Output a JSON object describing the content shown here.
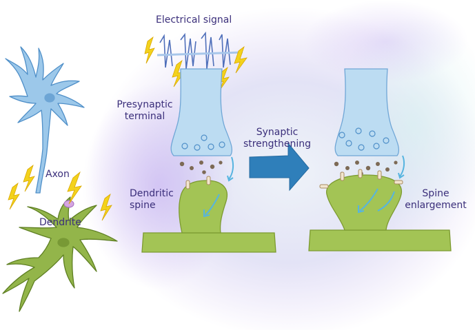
{
  "labels": {
    "electrical_signal": "Electrical signal",
    "presynaptic_1": "Presynaptic",
    "presynaptic_2": "terminal",
    "synaptic_1": "Synaptic",
    "synaptic_2": "strengthening",
    "axon": "Axon",
    "dendritic_1": "Dendritic",
    "dendritic_2": "spine",
    "dendrite": "Dendrite",
    "spine_1": "Spine",
    "spine_2": "enlargement"
  },
  "colors": {
    "neuron_blue": "#9cc8ea",
    "neuron_green": "#93b54a",
    "terminal_blue": "#bcdcf2",
    "spine_green": "#a3c455",
    "arrow_blue": "#2f7fba",
    "bolt_yellow": "#f3d21c",
    "label_purple": "#3a2e7a"
  },
  "icons": [
    "lightning-icon",
    "arrow-right-icon",
    "signal-wave-icon"
  ]
}
